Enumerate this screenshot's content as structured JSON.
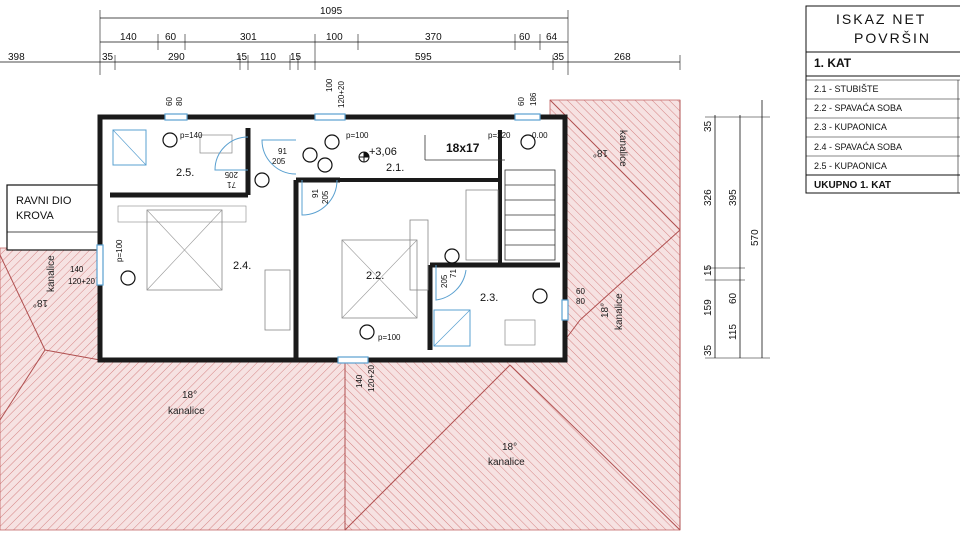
{
  "top_dims": {
    "total": "1095",
    "row1": [
      "140",
      "60",
      "301",
      "100",
      "370",
      "60",
      "64"
    ],
    "row2": [
      "398",
      "35",
      "290",
      "15",
      "110",
      "15",
      "595",
      "35",
      "268"
    ]
  },
  "right_dims": [
    "35",
    "326",
    "395",
    "570",
    "15",
    "159",
    "60",
    "115",
    "35"
  ],
  "rooms": {
    "stubiste": "2.1.",
    "spavaca_a": "2.2.",
    "kupaonica_a": "2.3.",
    "spavaca_b": "2.4.",
    "kupaonica_b": "2.5."
  },
  "stairs_label": "18x17",
  "level_mark": "+3,06",
  "window_labels": {
    "w1": "p=140",
    "w2": "p=100",
    "w3": "p=220",
    "w4": "p=100",
    "w5": "p=100",
    "w1_dim": "60",
    "w1_dim2": "80",
    "w2_dim": "100",
    "w2_dim2": "120+20",
    "w3_dim": "60",
    "w3_dim2": "186",
    "w5_dim": "140",
    "w5_dim2": "120+20",
    "left_w": "140",
    "left_w2": "120+20",
    "bath_w": "60",
    "bath_w2": "80",
    "stairs_p": "0.00"
  },
  "door_labels": {
    "d1a": "91",
    "d1b": "205",
    "d2a": "71",
    "d2b": "205",
    "d3a": "91",
    "d3b": "205",
    "d4a": "71",
    "d4b": "205"
  },
  "roof": {
    "ravni_line1": "RAVNI DIO",
    "ravni_line2": "KROVA",
    "angle": "18°",
    "kanalice": "kanalice"
  },
  "table": {
    "title_line1": "ISKAZ NET",
    "title_line2": "POVRŠIN",
    "section": "1. KAT",
    "rows": [
      "2.1 - STUBIŠTE",
      "2.2 - SPAVAĆA SOBA",
      "2.3 - KUPAONICA",
      "2.4 - SPAVAĆA SOBA",
      "2.5 - KUPAONICA"
    ],
    "total": "UKUPNO 1. KAT"
  },
  "colors": {
    "roof_fill": "#f6e2e2",
    "roof_hatch": "#d27878",
    "wall": "#1a1a1a",
    "window": "#5aa0d0"
  }
}
